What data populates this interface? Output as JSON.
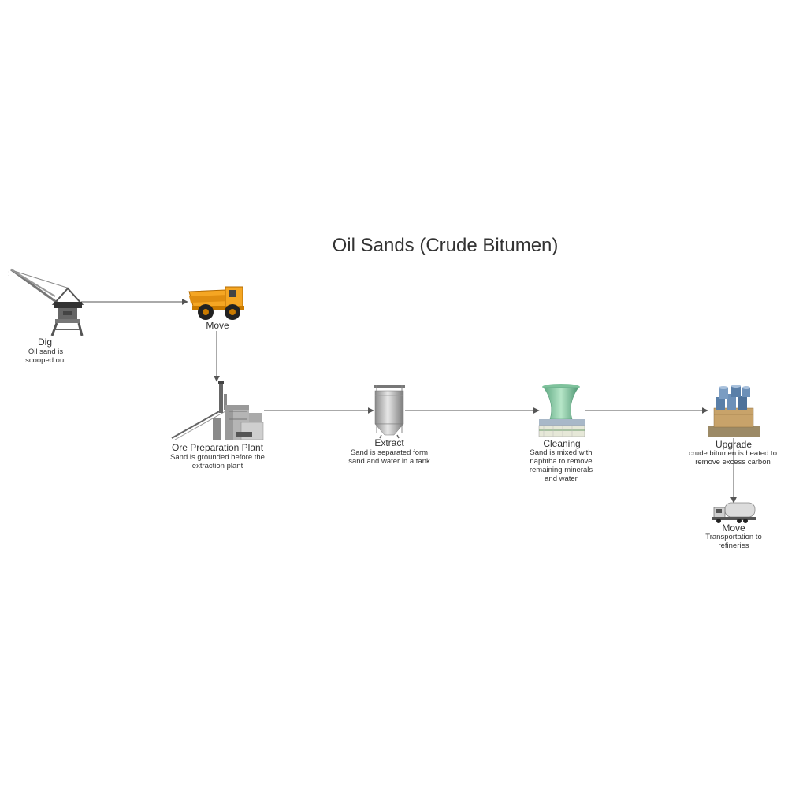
{
  "diagram": {
    "title": "Oil Sands (Crude Bitumen)",
    "stray_mark": ":",
    "nodes": [
      {
        "id": "dig",
        "icon": "excavator-crane-icon",
        "label": "Dig",
        "desc": "Oil sand is scooped out"
      },
      {
        "id": "move-truck",
        "icon": "dump-truck-icon",
        "label": "Move",
        "desc": ""
      },
      {
        "id": "ore-plant",
        "icon": "factory-icon",
        "label": "Ore Preparation Plant",
        "desc": "Sand is grounded before the extraction plant"
      },
      {
        "id": "extract",
        "icon": "silo-tank-icon",
        "label": "Extract",
        "desc": "Sand is separated form sand and water in a tank"
      },
      {
        "id": "cleaning",
        "icon": "cooling-tower-icon",
        "label": "Cleaning",
        "desc": "Sand is mixed with naphtha to remove remaining minerals and water"
      },
      {
        "id": "upgrade",
        "icon": "storage-tanks-icon",
        "label": "Upgrade",
        "desc": "crude bitumen is heated to remove excess carbon"
      },
      {
        "id": "move-tanker",
        "icon": "tanker-truck-icon",
        "label": "Move",
        "desc": "Transportation to refineries"
      }
    ],
    "edges": [
      {
        "from": "dig",
        "to": "move-truck"
      },
      {
        "from": "move-truck",
        "to": "ore-plant"
      },
      {
        "from": "ore-plant",
        "to": "extract"
      },
      {
        "from": "extract",
        "to": "cleaning"
      },
      {
        "from": "cleaning",
        "to": "upgrade"
      },
      {
        "from": "upgrade",
        "to": "move-tanker"
      }
    ],
    "colors": {
      "edge": "#555555",
      "truck_yellow": "#f5a623",
      "tower_green": "#8fcfa8",
      "crate_tan": "#c8a36a",
      "tank_blue": "#5a7fa8"
    }
  }
}
